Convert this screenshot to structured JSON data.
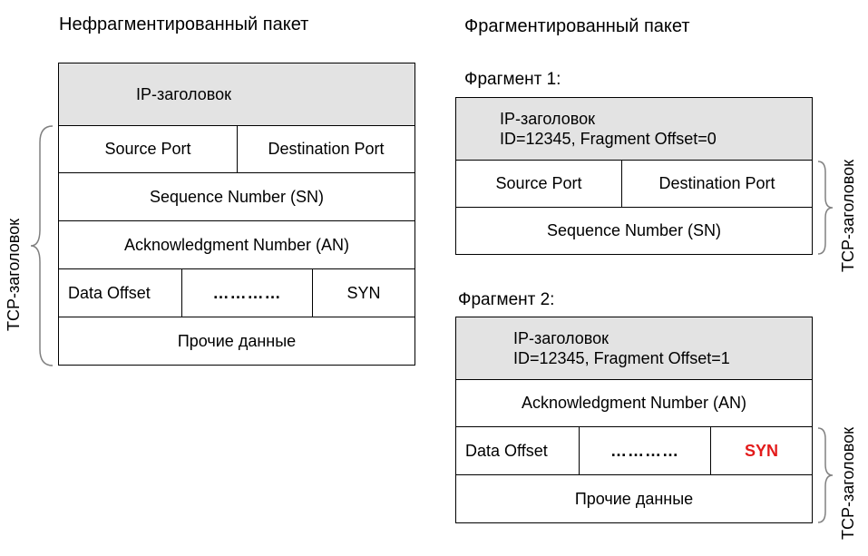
{
  "left": {
    "title": "Нефрагментированный пакет",
    "ip_header": "IP-заголовок",
    "source_port": "Source Port",
    "destination_port": "Destination Port",
    "sequence_number": "Sequence Number (SN)",
    "ack_number": "Acknowledgment Number (AN)",
    "data_offset": "Data Offset",
    "dots": "…………",
    "syn": "SYN",
    "other_data": "Прочие данные",
    "tcp_header_label": "TCP-заголовок"
  },
  "right": {
    "title": "Фрагментированный пакет",
    "fragment1": {
      "label": "Фрагмент 1:",
      "ip_header": "IP-заголовок",
      "ip_info": "ID=12345, Fragment Offset=0",
      "source_port": "Source Port",
      "destination_port": "Destination Port",
      "sequence_number": "Sequence Number (SN)",
      "tcp_header_label": "TCP-заголовок"
    },
    "fragment2": {
      "label": "Фрагмент 2:",
      "ip_header": "IP-заголовок",
      "ip_info": "ID=12345, Fragment Offset=1",
      "ack_number": "Acknowledgment Number (AN)",
      "data_offset": "Data Offset",
      "dots": "…………",
      "syn": "SYN",
      "other_data": "Прочие данные",
      "tcp_header_label": "TCP-заголовок"
    }
  },
  "colors": {
    "header_fill": "#e3e3e3",
    "brace_stroke": "#808080",
    "syn_highlight": "#e31b1b"
  }
}
